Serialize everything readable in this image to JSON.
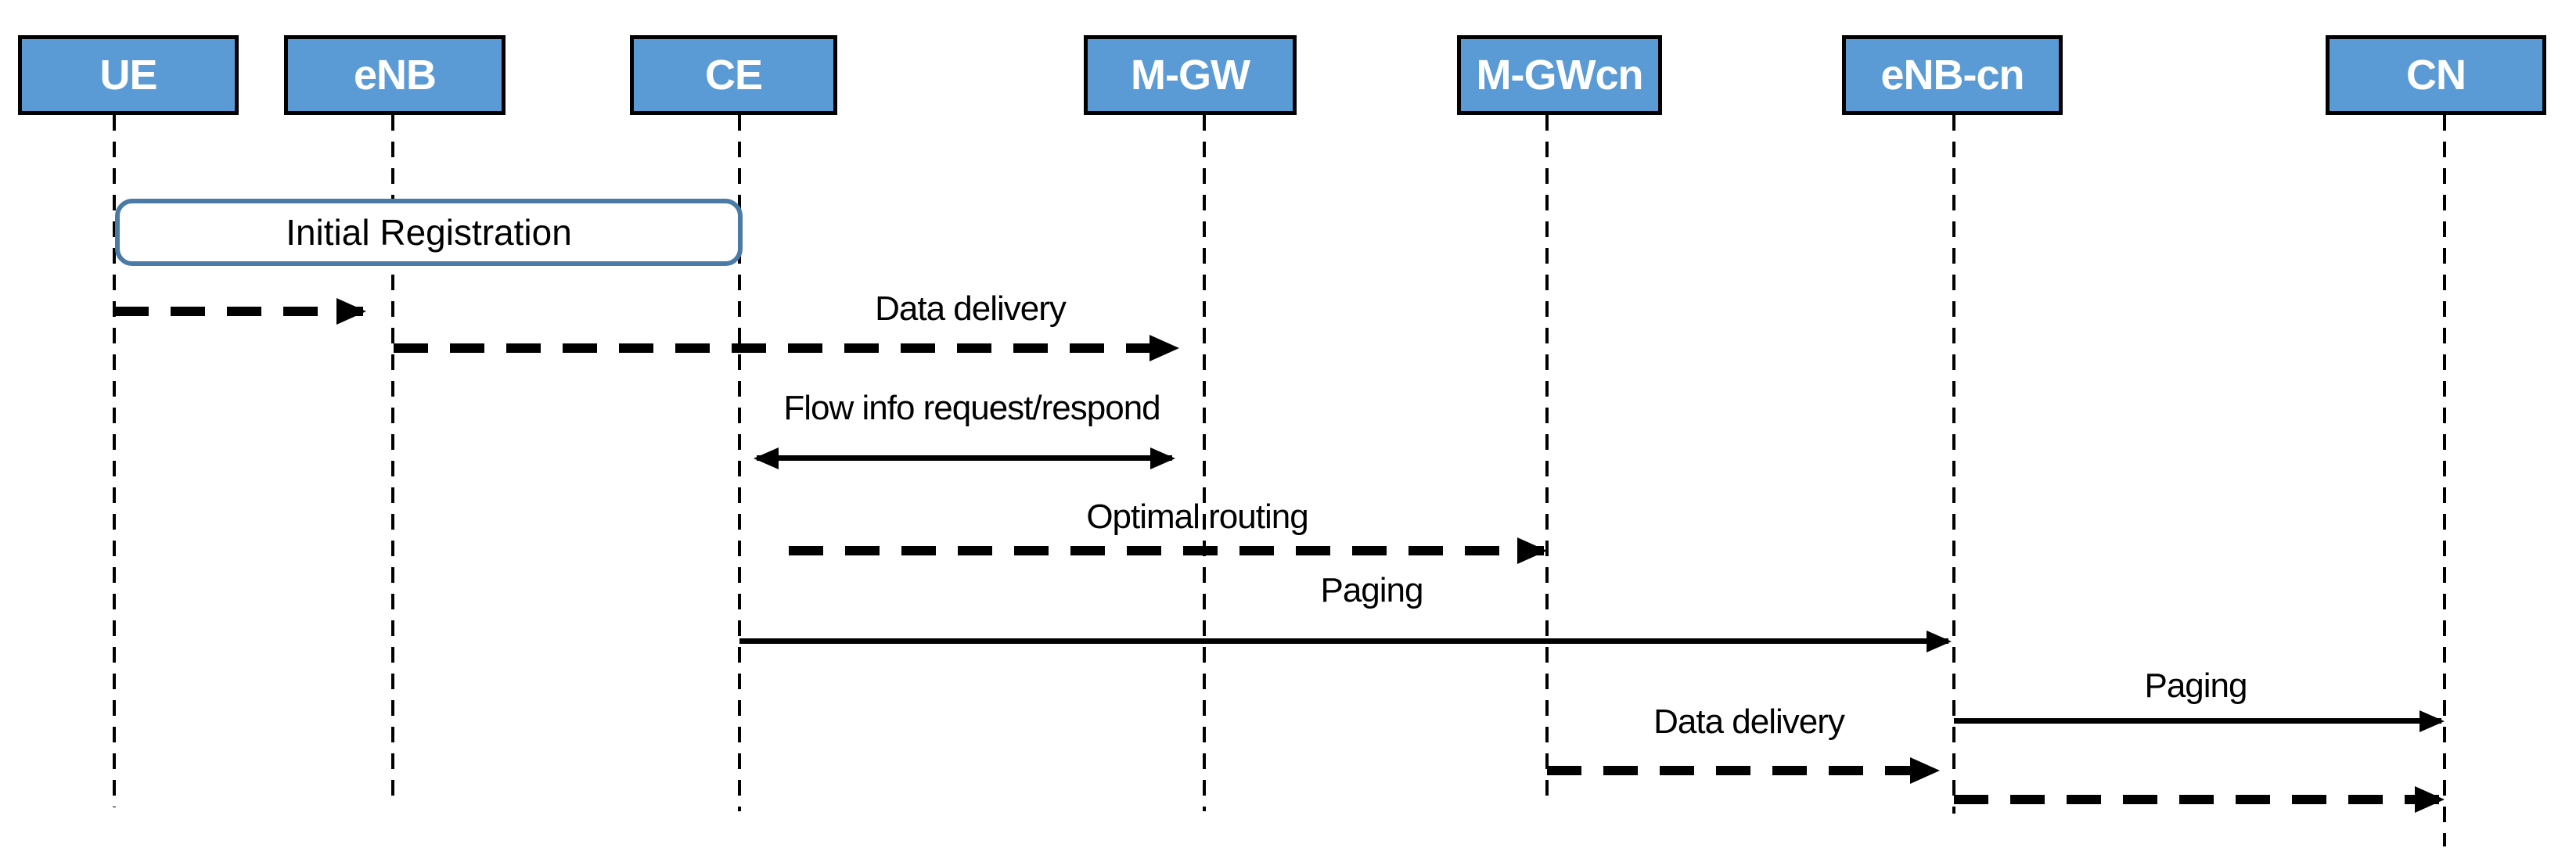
{
  "diagram": {
    "type": "sequence-diagram",
    "colors": {
      "actor_fill": "#5B9BD5",
      "actor_border": "#000000",
      "actor_text": "#ffffff",
      "registration_border": "#4a7ba6",
      "label_text": "#000000",
      "line": "#000000"
    },
    "nodes": [
      {
        "label": "UE"
      },
      {
        "label": "eNB"
      },
      {
        "label": "CE"
      },
      {
        "label": "M-GW"
      },
      {
        "label": "M-GWcn"
      },
      {
        "label": "eNB-cn"
      },
      {
        "label": "CN"
      }
    ],
    "registration_box": {
      "label": "Initial Registration",
      "spans": [
        "UE",
        "CE"
      ]
    },
    "messages": [
      {
        "label": "",
        "from": "UE",
        "to": "eNB",
        "line": "dashed",
        "direction": "right"
      },
      {
        "label": "Data delivery",
        "from": "eNB",
        "to": "M-GW",
        "line": "dashed",
        "direction": "right"
      },
      {
        "label": "Flow info request/respond",
        "from": "CE",
        "to": "M-GW",
        "line": "solid",
        "direction": "both"
      },
      {
        "label": "Optimal routing",
        "from": "CE",
        "to": "M-GWcn",
        "line": "dashed",
        "direction": "right"
      },
      {
        "label": "Paging",
        "from": "CE",
        "to": "eNB-cn",
        "line": "solid",
        "direction": "right"
      },
      {
        "label": "Paging",
        "from": "eNB-cn",
        "to": "CN",
        "line": "solid",
        "direction": "right"
      },
      {
        "label": "Data delivery",
        "from": "M-GWcn",
        "to": "eNB-cn",
        "line": "dashed",
        "direction": "right"
      },
      {
        "label": "",
        "from": "eNB-cn",
        "to": "CN",
        "line": "dashed",
        "direction": "right"
      }
    ]
  }
}
